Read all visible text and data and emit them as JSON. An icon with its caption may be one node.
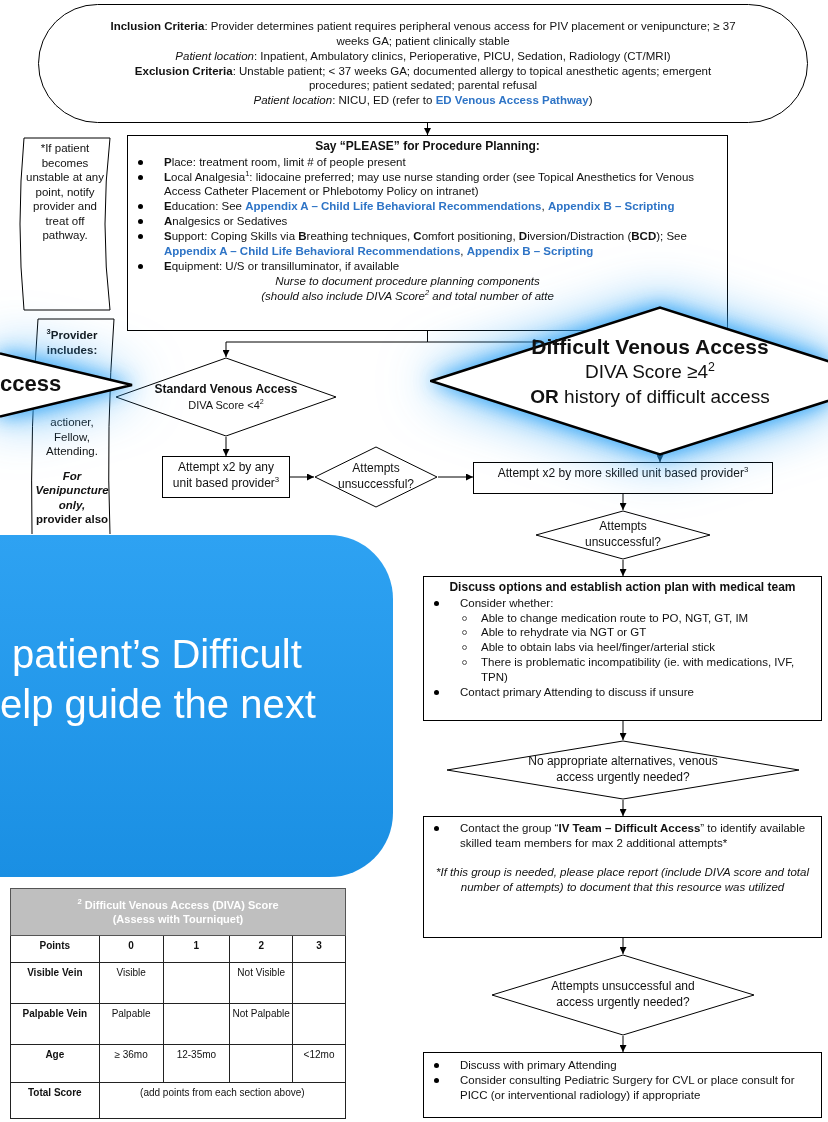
{
  "diagram": {
    "nodes": [
      {
        "text": [
          "**Inclusion Criteria**: Provider determines patient requires peripheral venous access for PIV placement or venipuncture; ≥ 37 weeks GA; patient clinically stable",
          "*Patient location*: Inpatient, Ambulatory clinics, Perioperative, PICU, Sedation, Radiology (CT/MRI)",
          "**Exclusion Criteria**: Unstable patient; < 37 weeks GA; documented allergy to topical anesthetic agents; emergent procedures; patient sedated; parental refusal",
          "*Patient location*: NICU, ED (refer to **ED Venous Access Pathway**)"
        ]
      },
      {
        "text": [
          "Say “PLEASE” for Procedure Planning:",
          "**P**lace: treatment room, limit # of people present",
          "**L**ocal Analgesia$^{1}$: lidocaine preferred; may use nurse standing order (see Topical Anesthetics for Venous Access Catheter Placement or Phlebotomy Policy on intranet)",
          "**E**ducation: See **Appendix A – Child Life Behavioral Recommendations**, **Appendix B – Scripting**",
          "**A**nalgesics or Sedatives",
          "**S**upport: Coping Skills via **B**reathing techniques, **C**omfort positioning, **D**iversion/Distraction (**BCD**); See **Appendix A – Child Life Behavioral Recommendations**, **Appendix B – Scripting**",
          "**E**quipment: U/S or transilluminator, if available",
          "Nurse to document procedure planning components",
          "(should also include DIVA Score$^{2}$ and total number of atte"
        ]
      },
      {
        "text": [
          "*If patient becomes unstable at any point, notify provider and treat off pathway."
        ]
      },
      {
        "text": [
          "$^{3}$Provider includes:",
          "actioner, Fellow, Attending.",
          "For Venipuncture only,",
          "provider also"
        ]
      },
      {
        "text": [
          "ccess"
        ]
      },
      {
        "text": [
          "Standard Venous Access",
          "DIVA Score <4$^{2}$"
        ]
      },
      {
        "text": [
          "Difficult Venous Access",
          "DIVA Score ≥4$^{2}$",
          "**OR** history of difficult access"
        ]
      },
      {
        "text": [
          "Attempt x2 by any unit based provider$^{3}$"
        ]
      },
      {
        "text": [
          "Attempts unsuccessful?"
        ]
      },
      {
        "text": [
          "Attempt x2 by more skilled unit based provider$^{3}$"
        ]
      },
      {
        "text": [
          "Attempts unsuccessful?"
        ]
      },
      {
        "text": [
          "Discuss options and establish action plan with medical team",
          "Consider whether:",
          "Able to change medication route to PO, NGT, GT, IM",
          "Able to rehydrate via NGT or GT",
          "Able to obtain labs via heel/finger/arterial stick",
          "There is problematic incompatibility (ie. with medications, IVF, TPN)",
          "Contact primary Attending to discuss if unsure"
        ]
      },
      {
        "text": [
          "No appropriate alternatives, venous access urgently needed?"
        ]
      },
      {
        "text": [
          "Contact the group “**IV Team – Difficult Access**” to identify available skilled team members for max 2 additional attempts*",
          "*If this group is needed, please place report (include DIVA score and total number of attempts) to document that this resource was utilized"
        ]
      },
      {
        "text": [
          "Attempts unsuccessful and access urgently needed?"
        ]
      },
      {
        "text": [
          "Discuss with primary Attending",
          "Consider consulting Pediatric Surgery for CVL or place consult for PICC (or interventional radiology) if appropriate"
        ]
      },
      {
        "text": [
          "patient’s Difficult",
          "elp guide the next"
        ]
      }
    ],
    "edges": [
      {
        "from": 0,
        "to": 1,
        "arrow": "to"
      },
      {
        "from": 1,
        "to": 5,
        "arrow": "to"
      },
      {
        "from": 1,
        "to": 6,
        "arrow": "to"
      },
      {
        "from": 6,
        "to": 9,
        "arrow": "to"
      },
      {
        "from": 5,
        "to": 7,
        "arrow": "to"
      },
      {
        "from": 7,
        "to": 8,
        "arrow": "to"
      },
      {
        "from": 8,
        "to": 9,
        "arrow": "to"
      },
      {
        "from": 9,
        "to": 10,
        "arrow": "to"
      },
      {
        "from": 10,
        "to": 11,
        "arrow": "to"
      },
      {
        "from": 11,
        "to": 12,
        "arrow": "to"
      },
      {
        "from": 12,
        "to": 13,
        "arrow": "to"
      },
      {
        "from": 13,
        "to": 14,
        "arrow": "to"
      },
      {
        "from": 14,
        "to": 15,
        "arrow": "to"
      }
    ],
    "labels": [
      "$^{2}$ Difficult Venous Access (DIVA) Score (Assess with Tourniquet)",
      "Points",
      "0",
      "1",
      "2",
      "3",
      "Visible Vein",
      "Visible",
      "Not Visible",
      "Palpable Vein",
      "Palpable",
      "Not Palpable",
      "Age",
      "≥ 36mo",
      "12-35mo",
      "<12mo",
      "Total Score",
      "(add points from each section above)"
    ]
  }
}
